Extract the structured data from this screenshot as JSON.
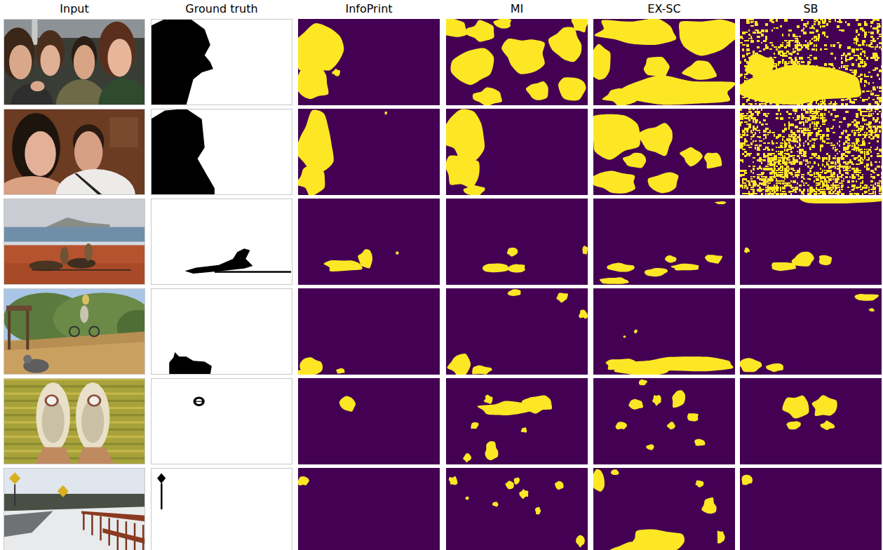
{
  "diagram": {
    "labels": [
      "Input",
      "Ground truth",
      "InfoPrint",
      "MI",
      "EX-SC",
      "SB"
    ]
  }
}
